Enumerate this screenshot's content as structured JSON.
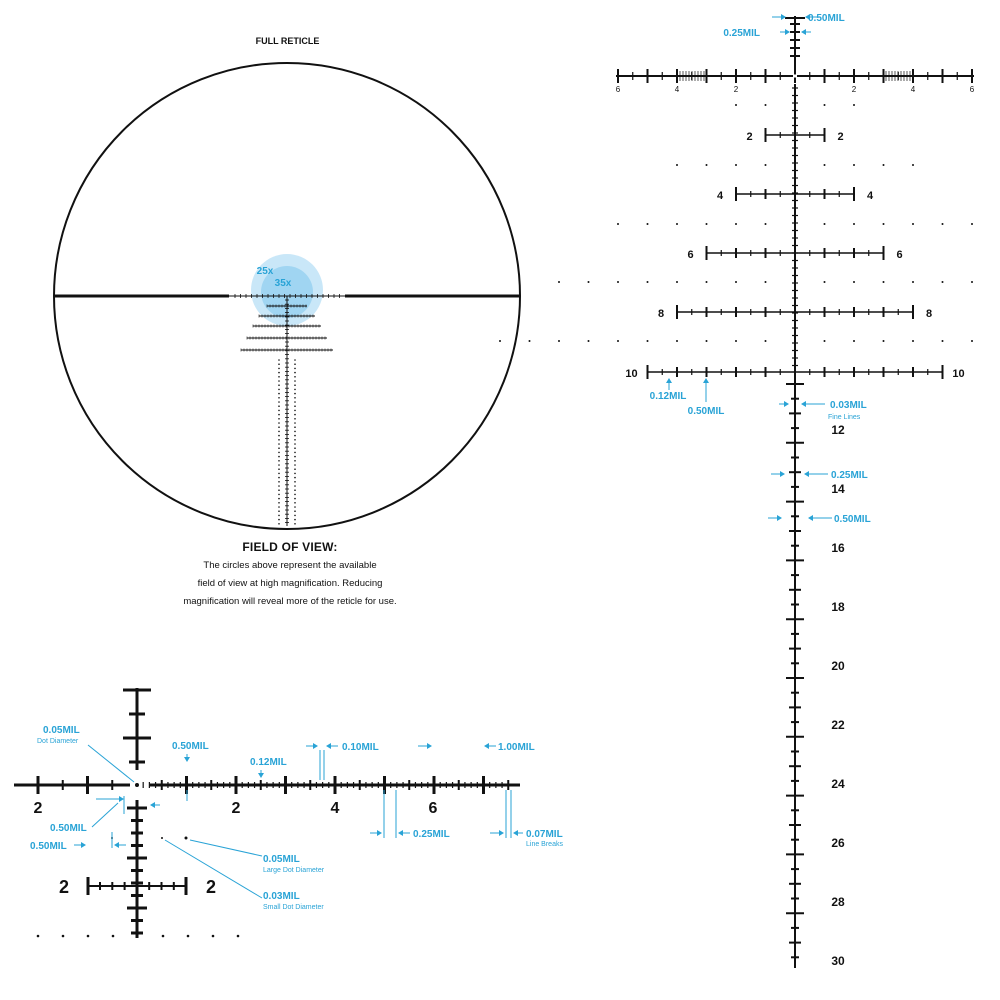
{
  "colors": {
    "ink": "#111111",
    "annotation": "#29a3d6",
    "highlight": "#bfe3f7",
    "highlight_inner": "#8fcdf0"
  },
  "full_reticle": {
    "title": "FULL RETICLE",
    "zoom_labels": [
      "25x",
      "35x"
    ]
  },
  "field_of_view": {
    "title": "FIELD OF VIEW:",
    "lines": [
      "The circles above represent the available",
      "field of view at high magnification. Reducing",
      "magnification will reveal more of the reticle for use."
    ]
  },
  "main_reticle": {
    "horizontal_labels": [
      "6",
      "4",
      "2",
      "2",
      "4",
      "6"
    ],
    "tree_rows": [
      {
        "label": "2"
      },
      {
        "label": "4"
      },
      {
        "label": "6"
      },
      {
        "label": "8"
      },
      {
        "label": "10"
      }
    ],
    "vertical_labels": [
      "12",
      "14",
      "16",
      "18",
      "20",
      "22",
      "24",
      "26",
      "28",
      "30"
    ],
    "callouts": {
      "top_050": "0.50MIL",
      "top_025": "0.25MIL",
      "row_012": "0.12MIL",
      "row_050": "0.50MIL",
      "fine_003": "0.03MIL",
      "fine_lines": "Fine Lines",
      "stem_025": "0.25MIL",
      "stem_050": "0.50MIL"
    }
  },
  "detail": {
    "labels": [
      "2",
      "2",
      "4",
      "6",
      "2",
      "2"
    ],
    "callouts": {
      "dot_diameter_value": "0.05MIL",
      "dot_diameter_text": "Dot Diameter",
      "half_mil": "0.50MIL",
      "twelfth": "0.12MIL",
      "tenth": "0.10MIL",
      "one_mil": "1.00MIL",
      "half_left": "0.50MIL",
      "half_left2": "0.50MIL",
      "large_dot_value": "0.05MIL",
      "large_dot_text": "Large Dot Diameter",
      "small_dot_value": "0.03MIL",
      "small_dot_text": "Small Dot Diameter",
      "quarter": "0.25MIL",
      "line_break_value": "0.07MIL",
      "line_break_text": "Line Breaks"
    }
  }
}
